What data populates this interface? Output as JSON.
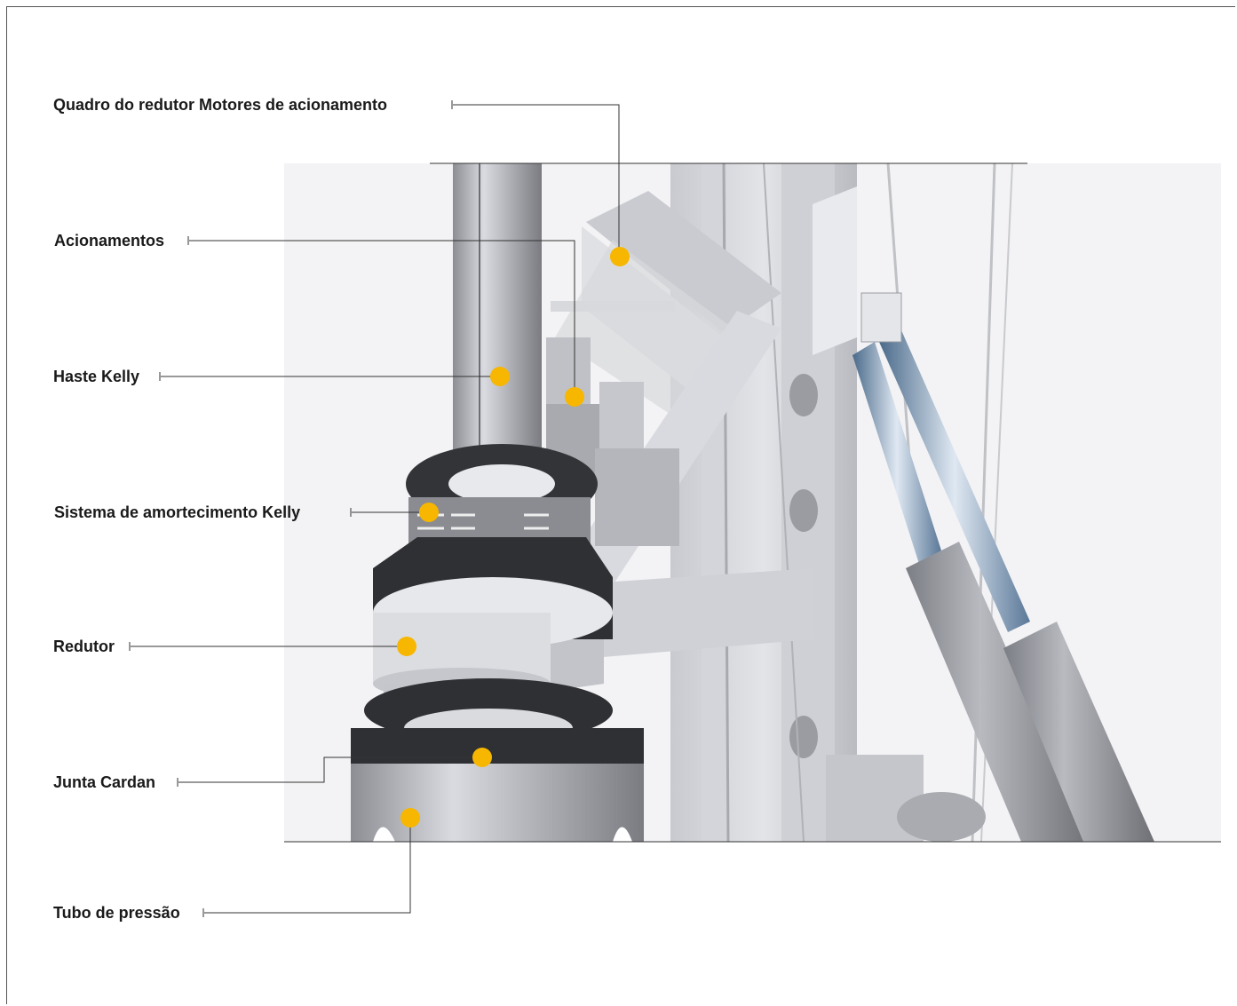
{
  "labels": {
    "gearbox_frame_motors": "Quadro do redutor Motores de acionamento",
    "drives": "Acionamentos",
    "kelly_bar": "Haste Kelly",
    "kelly_damping": "Sistema de amortecimento Kelly",
    "gearbox": "Redutor",
    "cardan_joint": "Junta Cardan",
    "pressure_tube": "Tubo de pressão"
  },
  "colors": {
    "marker": "#f7b600",
    "leader_line": "#333333",
    "text": "#1a1a1a"
  }
}
